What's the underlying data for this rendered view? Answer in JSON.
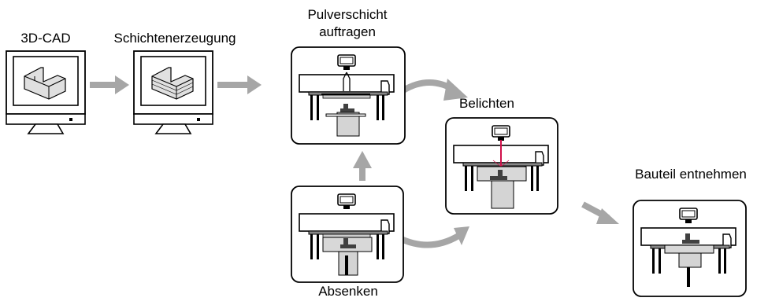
{
  "labels": {
    "cad": "3D-CAD",
    "slicing": "Schichtenerzeugung",
    "powder_line1": "Pulverschicht",
    "powder_line2": "auftragen",
    "expose": "Belichten",
    "lower": "Absenken",
    "remove": "Bauteil entnehmen"
  },
  "colors": {
    "arrow": "#a6a6a6",
    "laser": "#d0104a",
    "panel_stroke": "#000000",
    "part_fill": "#e0e0e0",
    "dark_part": "#404040"
  },
  "icons": [
    "monitor-icon",
    "laser-machine-icon",
    "cycle-arrow-icon"
  ]
}
